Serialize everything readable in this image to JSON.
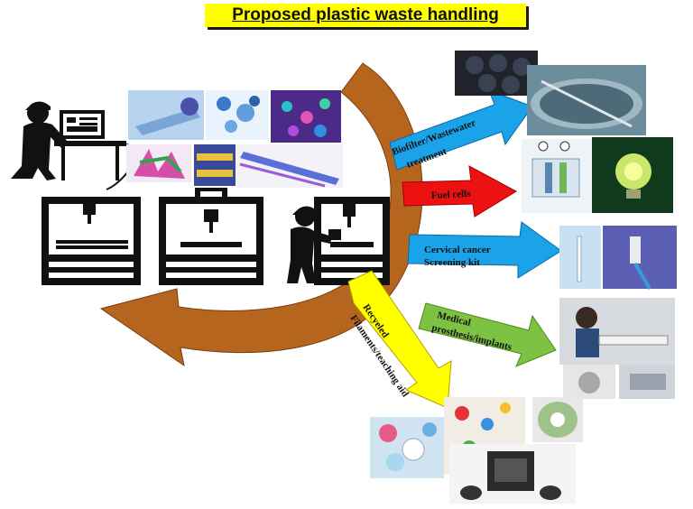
{
  "title": "Proposed plastic waste handling",
  "colors": {
    "cycle_arrow": "#b5651d",
    "biofilter_arrow": "#1aa3e8",
    "fuel_arrow": "#ee1111",
    "cervical_arrow": "#1aa3e8",
    "medical_arrow": "#7dc242",
    "recycled_arrow": "#ffff00"
  },
  "arrows": {
    "biofilter": {
      "line1": "Biofilter/Wastewater",
      "line2": "treatment"
    },
    "fuel": {
      "line1": "Fuel cells"
    },
    "cervical": {
      "line1": "Cervical cancer",
      "line2": "Screening kit"
    },
    "medical": {
      "line1": "Medical",
      "line2": "prosthesis/implants"
    },
    "recycled": {
      "line1": "Recyeled",
      "line2": "Filaments/teaching aid"
    }
  },
  "icons": {
    "engineer": "engineer-at-computer-icon",
    "printers": [
      "3d-printer-icon",
      "3d-printer-icon",
      "3d-printer-with-operator-icon"
    ]
  }
}
